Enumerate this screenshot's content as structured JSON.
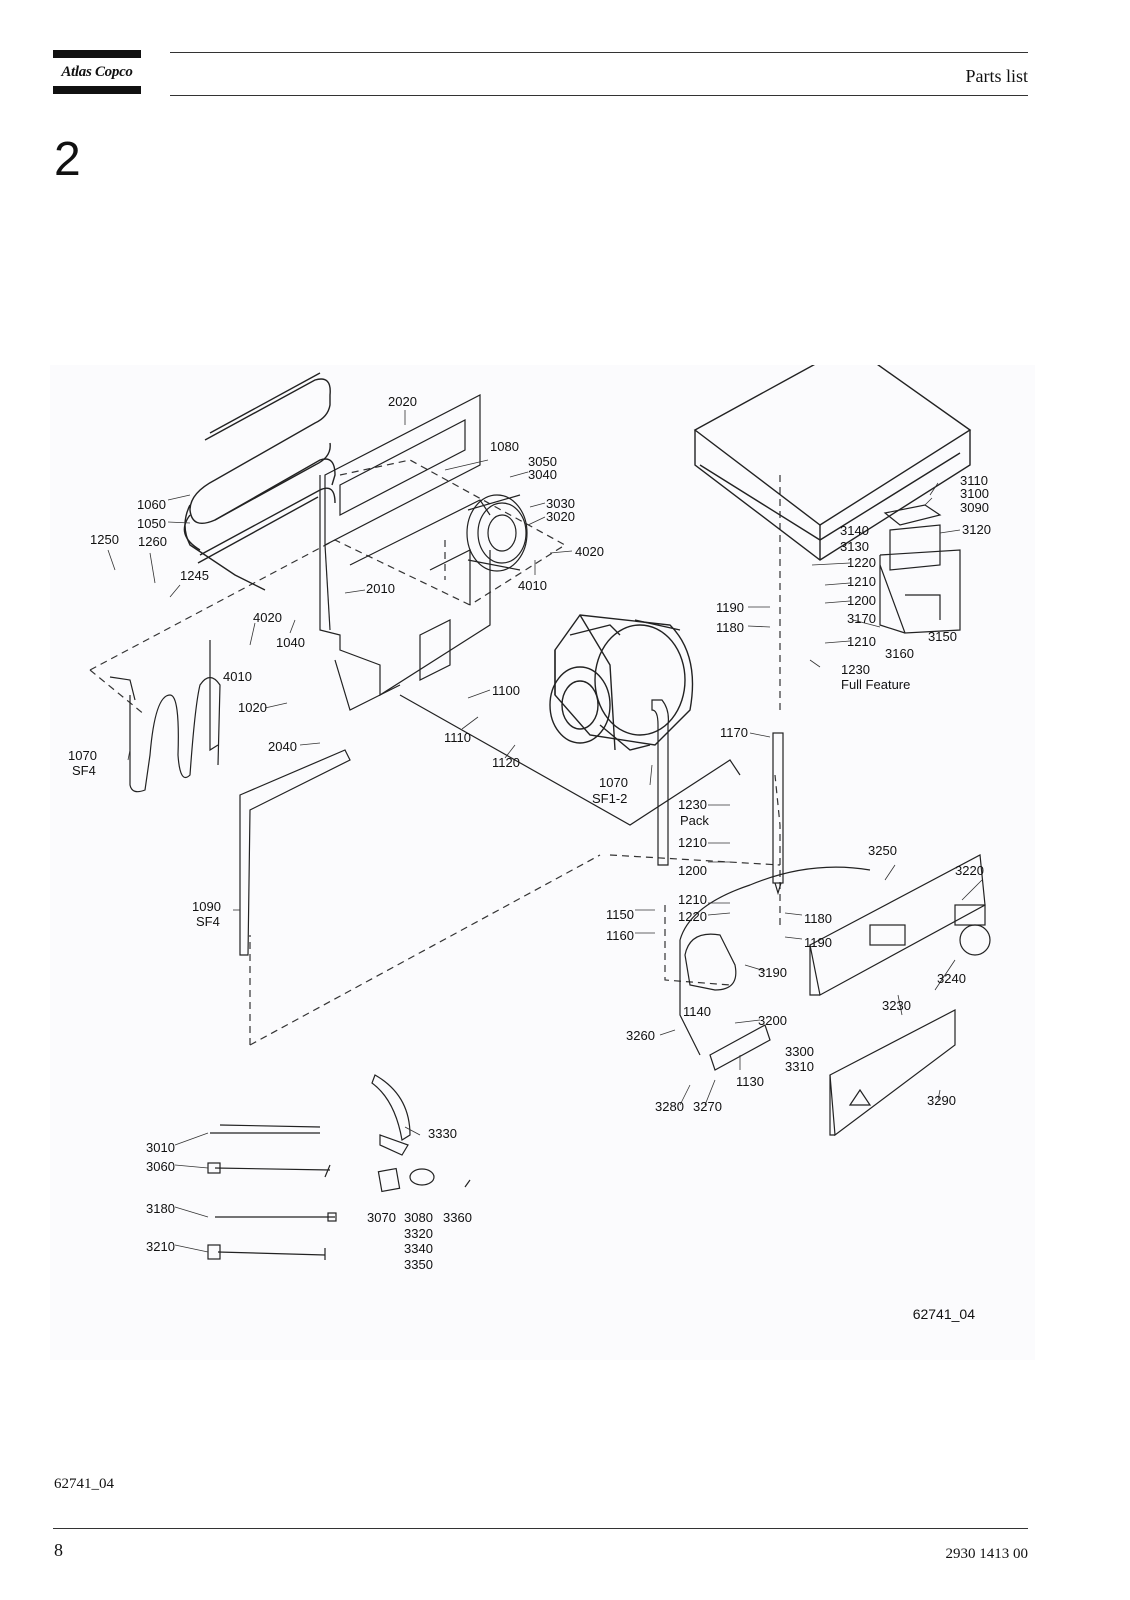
{
  "header": {
    "logo_text": "Atlas Copco",
    "title": "Parts list"
  },
  "section_number": "2",
  "figure": {
    "id_label": "62741_04",
    "labels": [
      {
        "text": "2020"
      },
      {
        "text": "1080"
      },
      {
        "text": "3050"
      },
      {
        "text": "3040"
      },
      {
        "text": "3030"
      },
      {
        "text": "3020"
      },
      {
        "text": "4020"
      },
      {
        "text": "4010"
      },
      {
        "text": "1060"
      },
      {
        "text": "1050"
      },
      {
        "text": "1250"
      },
      {
        "text": "1260"
      },
      {
        "text": "1245"
      },
      {
        "text": "2010"
      },
      {
        "text": "4020"
      },
      {
        "text": "1040"
      },
      {
        "text": "4010"
      },
      {
        "text": "1100"
      },
      {
        "text": "1020"
      },
      {
        "text": "1110"
      },
      {
        "text": "2040"
      },
      {
        "text": "1120"
      },
      {
        "text": "1070"
      },
      {
        "text": "SF4"
      },
      {
        "text": "1070"
      },
      {
        "text": "SF1-2"
      },
      {
        "text": "1090"
      },
      {
        "text": "SF4"
      },
      {
        "text": "3110"
      },
      {
        "text": "3100"
      },
      {
        "text": "3090"
      },
      {
        "text": "3140"
      },
      {
        "text": "3130"
      },
      {
        "text": "3120"
      },
      {
        "text": "1220"
      },
      {
        "text": "1210"
      },
      {
        "text": "1200"
      },
      {
        "text": "1190"
      },
      {
        "text": "1180"
      },
      {
        "text": "3170"
      },
      {
        "text": "3150"
      },
      {
        "text": "1210"
      },
      {
        "text": "3160"
      },
      {
        "text": "1230"
      },
      {
        "text": "Full Feature"
      },
      {
        "text": "1170"
      },
      {
        "text": "1230"
      },
      {
        "text": "Pack"
      },
      {
        "text": "1210"
      },
      {
        "text": "1200"
      },
      {
        "text": "1210"
      },
      {
        "text": "1220"
      },
      {
        "text": "1150"
      },
      {
        "text": "1160"
      },
      {
        "text": "1180"
      },
      {
        "text": "1190"
      },
      {
        "text": "3250"
      },
      {
        "text": "3220"
      },
      {
        "text": "3190"
      },
      {
        "text": "3240"
      },
      {
        "text": "3230"
      },
      {
        "text": "1140"
      },
      {
        "text": "3200"
      },
      {
        "text": "3260"
      },
      {
        "text": "3300"
      },
      {
        "text": "3310"
      },
      {
        "text": "1130"
      },
      {
        "text": "3280"
      },
      {
        "text": "3270"
      },
      {
        "text": "3290"
      },
      {
        "text": "3330"
      },
      {
        "text": "3010"
      },
      {
        "text": "3060"
      },
      {
        "text": "3180"
      },
      {
        "text": "3210"
      },
      {
        "text": "3070"
      },
      {
        "text": "3080"
      },
      {
        "text": "3320"
      },
      {
        "text": "3340"
      },
      {
        "text": "3350"
      },
      {
        "text": "3360"
      }
    ]
  },
  "footer": {
    "caption": "62741_04",
    "page_number": "8",
    "document_number": "2930 1413 00"
  }
}
